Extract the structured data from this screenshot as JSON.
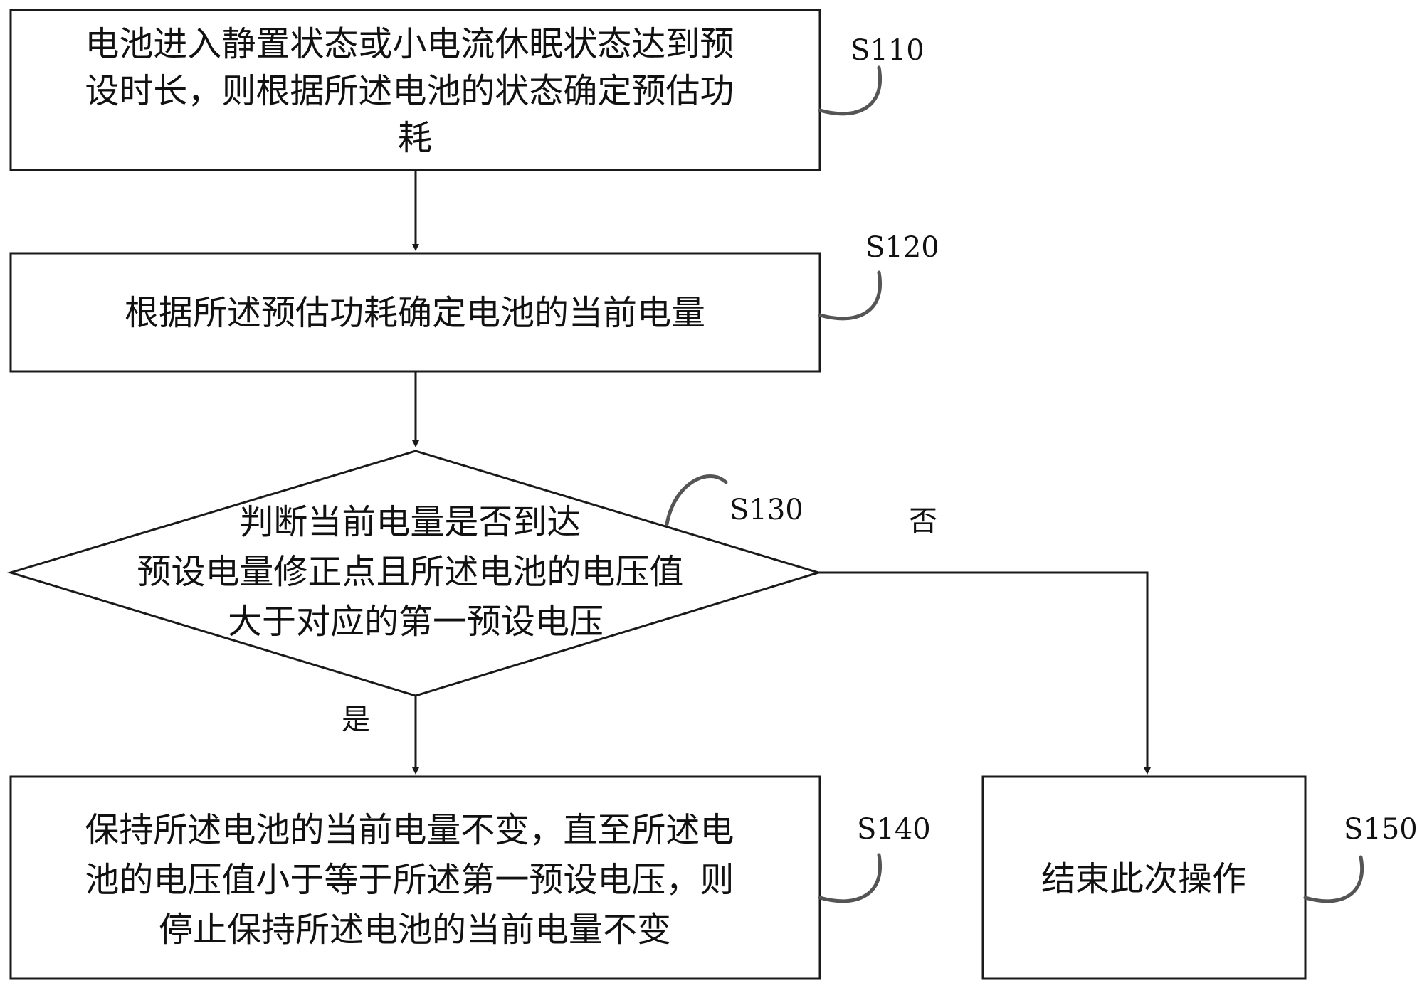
{
  "steps": {
    "s110": {
      "id": "S110",
      "lines": [
        "电池进入静置状态或小电流休眠状态达到预",
        "设时长，则根据所述电池的状态确定预估功",
        "耗"
      ]
    },
    "s120": {
      "id": "S120",
      "lines": [
        "根据所述预估功耗确定电池的当前电量"
      ]
    },
    "s130": {
      "id": "S130",
      "lines": [
        "判断当前电量是否到达",
        "预设电量修正点且所述电池的电压值",
        "大于对应的第一预设电压"
      ]
    },
    "s140": {
      "id": "S140",
      "lines": [
        "保持所述电池的当前电量不变，直至所述电",
        "池的电压值小于等于所述第一预设电压，则",
        "停止保持所述电池的当前电量不变"
      ]
    },
    "s150": {
      "id": "S150",
      "lines": [
        "结束此次操作"
      ]
    }
  },
  "branches": {
    "yes": "是",
    "no": "否"
  }
}
